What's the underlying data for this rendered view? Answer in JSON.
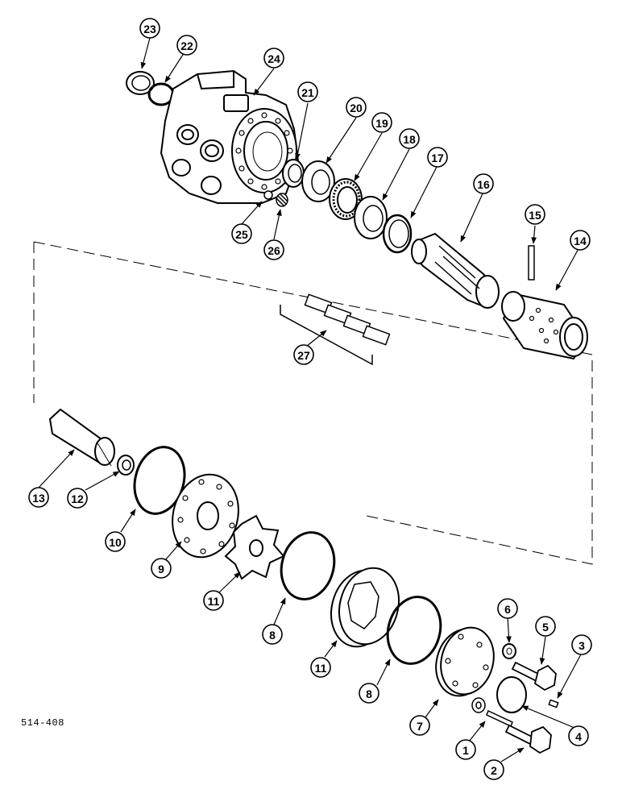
{
  "figure_id": "514-408",
  "callouts": [
    {
      "id": "c23",
      "label": "23"
    },
    {
      "id": "c22",
      "label": "22"
    },
    {
      "id": "c24",
      "label": "24"
    },
    {
      "id": "c21",
      "label": "21"
    },
    {
      "id": "c20",
      "label": "20"
    },
    {
      "id": "c19",
      "label": "19"
    },
    {
      "id": "c18",
      "label": "18"
    },
    {
      "id": "c17",
      "label": "17"
    },
    {
      "id": "c16",
      "label": "16"
    },
    {
      "id": "c15",
      "label": "15"
    },
    {
      "id": "c14",
      "label": "14"
    },
    {
      "id": "c25",
      "label": "25"
    },
    {
      "id": "c26",
      "label": "26"
    },
    {
      "id": "c27",
      "label": "27"
    },
    {
      "id": "c13",
      "label": "13"
    },
    {
      "id": "c12",
      "label": "12"
    },
    {
      "id": "c10",
      "label": "10"
    },
    {
      "id": "c9",
      "label": "9"
    },
    {
      "id": "c11a",
      "label": "11"
    },
    {
      "id": "c8a",
      "label": "8"
    },
    {
      "id": "c11b",
      "label": "11"
    },
    {
      "id": "c8b",
      "label": "8"
    },
    {
      "id": "c6",
      "label": "6"
    },
    {
      "id": "c5",
      "label": "5"
    },
    {
      "id": "c3",
      "label": "3"
    },
    {
      "id": "c7",
      "label": "7"
    },
    {
      "id": "c4",
      "label": "4"
    },
    {
      "id": "c1",
      "label": "1"
    },
    {
      "id": "c2",
      "label": "2"
    }
  ]
}
